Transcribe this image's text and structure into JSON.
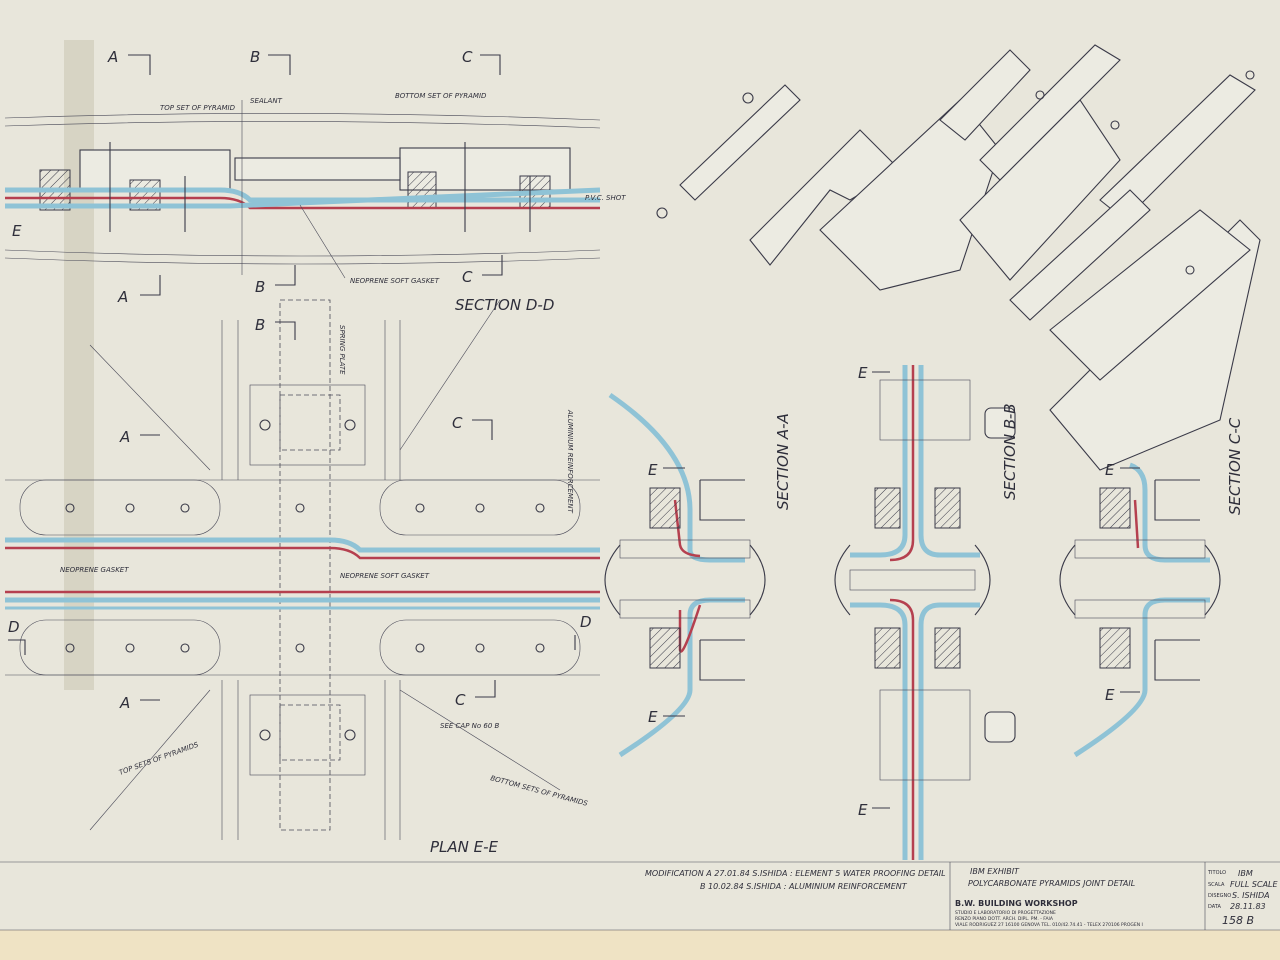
{
  "sections": {
    "dd": "SECTION D-D",
    "ee": "PLAN E-E",
    "aa": "SECTION A-A",
    "bb": "SECTION B-B",
    "cc": "SECTION C-C"
  },
  "markers": {
    "a": "A",
    "b": "B",
    "c": "C",
    "d": "D",
    "e": "E"
  },
  "notes": {
    "top_set": "TOP SET OF PYRAMID",
    "bottom_set": "BOTTOM SET OF PYRAMID",
    "sealant": "SEALANT",
    "neoprene_soft_gasket": "NEOPRENE SOFT GASKET",
    "neoprene_soft_gasket_plan": "NEOPRENE SOFT GASKET",
    "neoprene_gasket": "NEOPRENE GASKET",
    "aluminium_reinforcement": "ALUMINIUM REINFORCEMENT",
    "spring_plate": "SPRING PLATE",
    "see_cap": "SEE CAP No 60 B",
    "top_sets": "TOP SETS OF PYRAMIDS",
    "bottom_sets": "BOTTOM SETS OF PYRAMIDS",
    "pvc_shot": "P.V.C. SHOT"
  },
  "title_block": {
    "modification_a": "MODIFICATION A   27.01.84  S.ISHIDA : ELEMENT 5 WATER PROOFING DETAIL",
    "modification_b": "B   10.02.84  S.ISHIDA : ALUMINIUM REINFORCEMENT",
    "project": "IBM EXHIBIT",
    "drawing_title": "POLYCARBONATE PYRAMIDS JOINT DETAIL",
    "firm": "B.W. BUILDING WORKSHOP",
    "firm_line1": "STUDIO E LABORATORIO DI PROGETTAZIONE",
    "firm_line2": "RENZO PIANO   DOTT. ARCH. DIPL. PM. - FAIA",
    "firm_line3": "VIALE RODRIGUEZ 27   16100 GENOVA   TEL. 010/42.74.41 - TELEX 270106 PROGEN I",
    "field_title_label": "TITOLO",
    "title_value": "IBM",
    "field_scale_label": "SCALA",
    "scale_value": "FULL SCALE",
    "field_drawn_label": "DISEGNO",
    "drawn_value": "S. ISHIDA",
    "field_date_label": "DATA",
    "date_value": "28.11.83",
    "drawing_number": "158 B"
  },
  "colors": {
    "paper": "#e8e6db",
    "ink": "#3a3a48",
    "polycarbonate_blue": "#8fc3d6",
    "gasket_red": "#b5404f"
  }
}
